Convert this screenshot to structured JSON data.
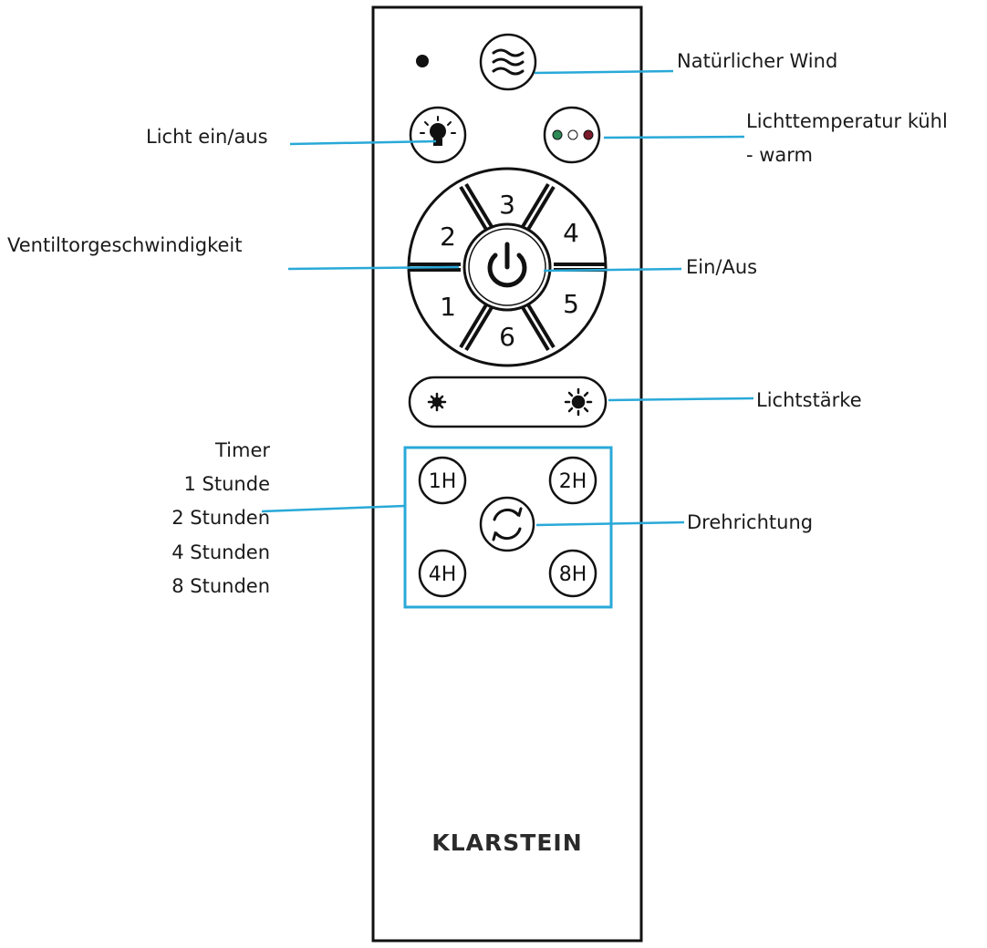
{
  "brand": "KLARSTEIN",
  "labels": {
    "natural_wind": "Natürlicher Wind",
    "light_on_off": "Licht ein/aus",
    "light_temp_line1": "Lichttemperatur kühl",
    "light_temp_line2": "- warm",
    "fan_speed": "Ventiltorgeschwindigkeit",
    "power": "Ein/Aus",
    "brightness": "Lichtstärke",
    "timer_title": "Timer",
    "timer_options": [
      "1 Stunde",
      "2 Stunden",
      "4 Stunden",
      "8 Stunden"
    ],
    "rotation": "Drehrichtung"
  },
  "speed_buttons": [
    "1",
    "2",
    "3",
    "4",
    "5",
    "6"
  ],
  "timer_buttons": [
    "1H",
    "2H",
    "4H",
    "8H"
  ],
  "icons": {
    "natural_wind": "wind-waves-icon",
    "light": "light-bulb-icon",
    "light_temp": "color-temperature-dots-icon",
    "power": "power-icon",
    "dim": "sun-small-icon",
    "bright": "sun-large-icon",
    "rotation": "rotation-arrows-icon"
  },
  "colors": {
    "leader": "#29a9d8",
    "temp_cool": "#2e8a55",
    "temp_neutral": "#ffffff",
    "temp_warm": "#7a1a2a"
  }
}
